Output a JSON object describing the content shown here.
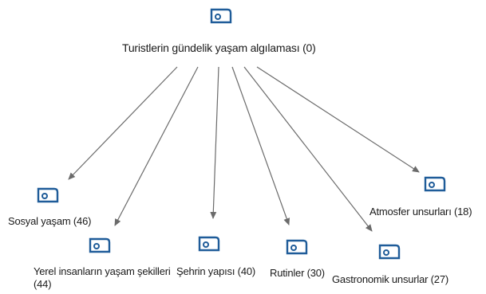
{
  "root": {
    "label": "Turistlerin gündelik yaşam algılaması (0)",
    "icon": "code-node-icon"
  },
  "children": [
    {
      "id": "sosyal",
      "label": "Sosyal yaşam (46)",
      "icon": "code-node-icon"
    },
    {
      "id": "yerel",
      "label": "Yerel insanların yaşam şekilleri (44)",
      "icon": "code-node-icon"
    },
    {
      "id": "sehir",
      "label": "Şehrin yapısı (40)",
      "icon": "code-node-icon"
    },
    {
      "id": "rutinler",
      "label": "Rutinler (30)",
      "icon": "code-node-icon"
    },
    {
      "id": "gastro",
      "label": "Gastronomik unsurlar (27)",
      "icon": "code-node-icon"
    },
    {
      "id": "atmosfer",
      "label": "Atmosfer unsurları (18)",
      "icon": "code-node-icon"
    }
  ],
  "colors": {
    "node_outline": "#1f5c99",
    "arrow": "#6b6b6b",
    "text": "#1a1a1a"
  }
}
